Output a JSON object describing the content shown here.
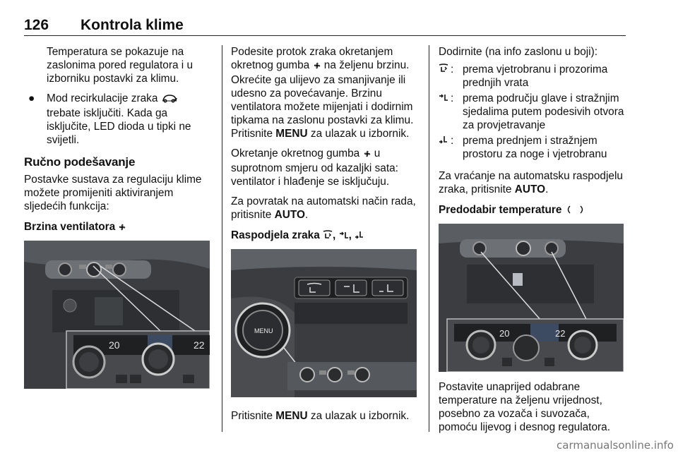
{
  "header": {
    "page_number": "126",
    "section_title": "Kontrola klime"
  },
  "col1": {
    "intro_text": "Temperatura se pokazuje na zaslonima pored regulatora i u izborniku postavki za klimu.",
    "bullet_text_a": "Mod recirkulacije zraka",
    "bullet_text_b": "trebate isključiti. Kada ga isključite, LED dioda u tipki ne svijetli.",
    "heading_manual": "Ručno podešavanje",
    "manual_text": "Postavke sustava za regulaciju klime možete promijeniti aktiviranjem sljedećih funkcija:",
    "heading_fan": "Brzina ventilatora",
    "fig1_display_left": "20",
    "fig1_display_right": "22"
  },
  "col2": {
    "para1_a": "Podesite protok zraka okretanjem okretnog gumba",
    "para1_b": "na željenu brzinu. Okrećite ga ulijevo za smanjivanje ili udesno za povećavanje. Brzinu ventilatora možete mijenjati i dodirnim tipkama na zaslonu postavki za klimu. Pritisnite",
    "para1_menu": "MENU",
    "para1_c": "za ulazak u izbornik.",
    "para2_a": "Okretanje okretnog gumba",
    "para2_b": "u suprotnom smjeru od kazaljki sata: ventilator i hlađenje se isključuju.",
    "para3_a": "Za povratak na automatski način rada, pritisnite",
    "para3_auto": "AUTO",
    "para3_b": ".",
    "heading_distribution": "Raspodjela zraka",
    "fig2_menu_label": "MENU",
    "para4_a": "Pritisnite",
    "para4_menu": "MENU",
    "para4_b": "za ulazak u izbornik."
  },
  "col3": {
    "intro": "Dodirnite (na info zaslonu u boji):",
    "defs": [
      {
        "text": "prema vjetrobranu i prozorima prednjih vrata"
      },
      {
        "text": "prema području glave i stražnjim sjedalima putem podesivih otvora za provjetravanje"
      },
      {
        "text": "prema prednjem i stražnjem prostoru za noge i vjetrobranu"
      }
    ],
    "colon": ":",
    "auto_a": "Za vraćanje na automatsku raspodjelu zraka, pritisnite",
    "auto_kw": "AUTO",
    "auto_b": ".",
    "heading_preset": "Predodabir temperature",
    "fig3_display_left": "20",
    "fig3_display_right": "22",
    "preset_text": "Postavite unaprijed odabrane temperature na željenu vrijednost, posebno za vozača i suvozača, pomoću lijevog i desnog regulatora."
  },
  "watermark": "carmanualsonline.info",
  "icons": {
    "fan": "fan-icon",
    "recirculation": "recirculation-icon",
    "windscreen": "windscreen-airflow-icon",
    "head": "head-airflow-icon",
    "foot": "foot-airflow-icon",
    "temp": "temperature-knob-icon"
  }
}
